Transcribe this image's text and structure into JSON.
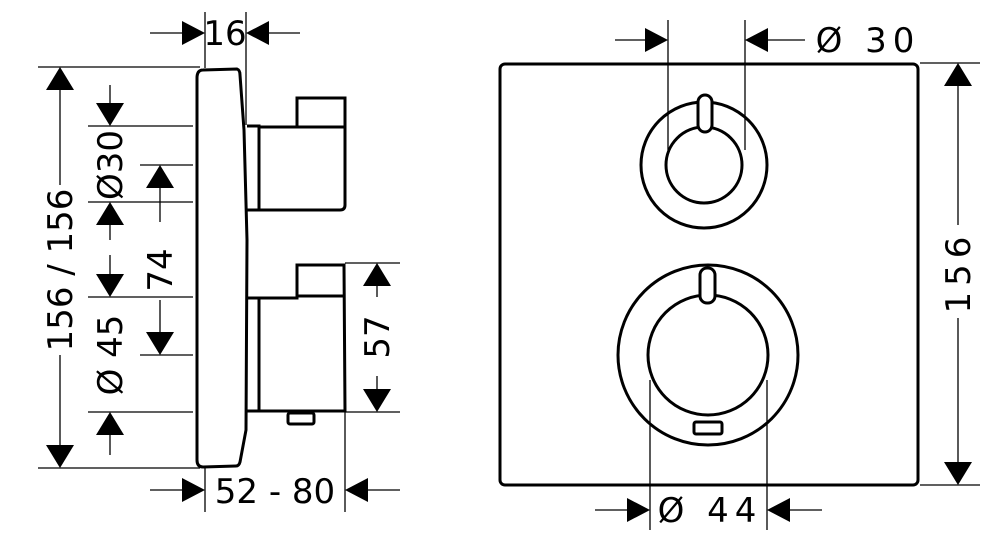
{
  "side_view": {
    "depth_plate": "16",
    "total_height": "156 / 156",
    "upper_knob_diameter": "Ø30",
    "knob_spacing": "74",
    "lower_knob_diameter": "Ø 45",
    "lower_knob_projection": "57",
    "installation_depth": "52 - 80"
  },
  "front_view": {
    "upper_knob_diameter": "Ø 30",
    "plate_height": "156",
    "lower_knob_diameter": "Ø 44"
  },
  "colors": {
    "line": "#000000",
    "background": "#ffffff"
  }
}
